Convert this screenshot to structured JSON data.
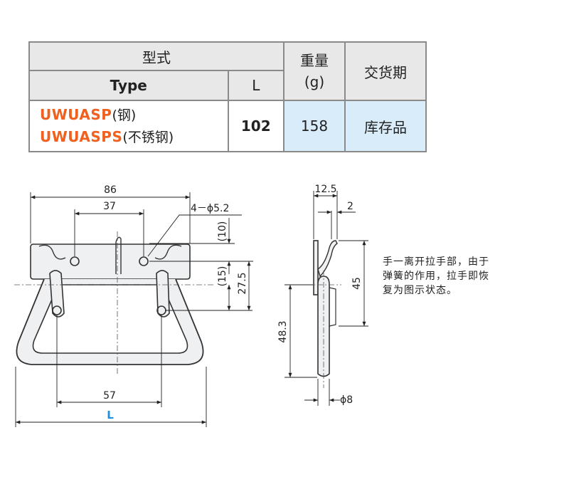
{
  "table": {
    "header_model": "型式",
    "header_type": "Type",
    "header_l": "L",
    "header_weight_line1": "重量",
    "header_weight_line2": "(g)",
    "header_delivery": "交货期",
    "row": {
      "model1_code": "UWUASP",
      "model1_material": "(钢)",
      "model2_code": "UWUASPS",
      "model2_material": "(不锈钢)",
      "l_value": "102",
      "weight": "158",
      "delivery": "库存品"
    }
  },
  "drawing": {
    "dim_86": "86",
    "dim_37": "37",
    "dim_hole": "4－ϕ5.2",
    "dim_10": "(10)",
    "dim_15": "(15)",
    "dim_27_5": "27.5",
    "dim_57": "57",
    "dim_L": "L",
    "dim_12_5": "12.5",
    "dim_2": "2",
    "dim_45": "45",
    "dim_48_3": "48.3",
    "dim_phi8": "ϕ8"
  },
  "note": {
    "line1": "手一离开拉手部，由于",
    "line2": "弹簧的作用，拉手即恢",
    "line3": "复为图示状态。"
  },
  "colors": {
    "accent_orange": "#f0601e",
    "dim_blue": "#1e8fd8",
    "cell_blue": "#d8ecfa",
    "header_gray": "#e8e8e8"
  }
}
